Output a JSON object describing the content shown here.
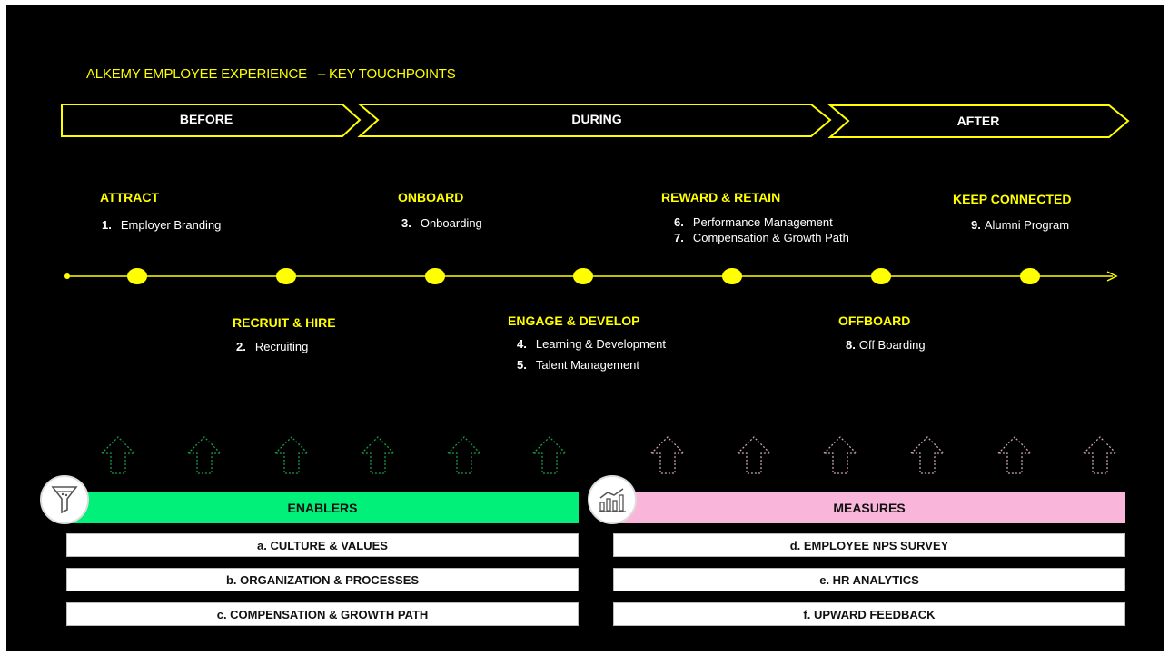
{
  "title": "ALKEMY EMPLOYEE EXPERIENCE   – KEY TOUCHPOINTS",
  "phases": [
    {
      "label": "BEFORE"
    },
    {
      "label": "DURING"
    },
    {
      "label": "AFTER"
    }
  ],
  "stages_top": [
    {
      "title": "ATTRACT",
      "items": [
        {
          "num": "1.",
          "text": "Employer Branding"
        }
      ]
    },
    {
      "title": "ONBOARD",
      "items": [
        {
          "num": "3.",
          "text": "Onboarding"
        }
      ]
    },
    {
      "title": "REWARD & RETAIN",
      "items": [
        {
          "num": "6.",
          "text": "Performance Management"
        },
        {
          "num": "7.",
          "text": "Compensation & Growth Path"
        }
      ]
    },
    {
      "title": "KEEP CONNECTED",
      "items": [
        {
          "num": "9.",
          "text": "Alumni Program"
        }
      ]
    }
  ],
  "stages_bottom": [
    {
      "title": "RECRUIT & HIRE",
      "items": [
        {
          "num": "2.",
          "text": "Recruiting"
        }
      ]
    },
    {
      "title": "ENGAGE & DEVELOP",
      "items": [
        {
          "num": "4.",
          "text": "Learning & Development"
        },
        {
          "num": "5.",
          "text": "Talent Management"
        }
      ]
    },
    {
      "title": "OFFBOARD",
      "items": [
        {
          "num": "8.",
          "text": "Off Boarding"
        }
      ]
    }
  ],
  "enablers": {
    "label": "ENABLERS",
    "icon": "funnel-icon",
    "color": "#00f07a",
    "items": [
      "a. CULTURE & VALUES",
      "b. ORGANIZATION & PROCESSES",
      "c. COMPENSATION & GROWTH PATH"
    ]
  },
  "measures": {
    "label": "MEASURES",
    "icon": "chart-icon",
    "color": "#f9b6da",
    "items": [
      "d. EMPLOYEE NPS SURVEY",
      "e. HR ANALYTICS",
      "f. UPWARD FEEDBACK"
    ]
  },
  "colors": {
    "accent": "#ffff00",
    "background": "#000000",
    "arrow_green": "#1a9c4a",
    "arrow_pink": "#c9a3b8"
  }
}
